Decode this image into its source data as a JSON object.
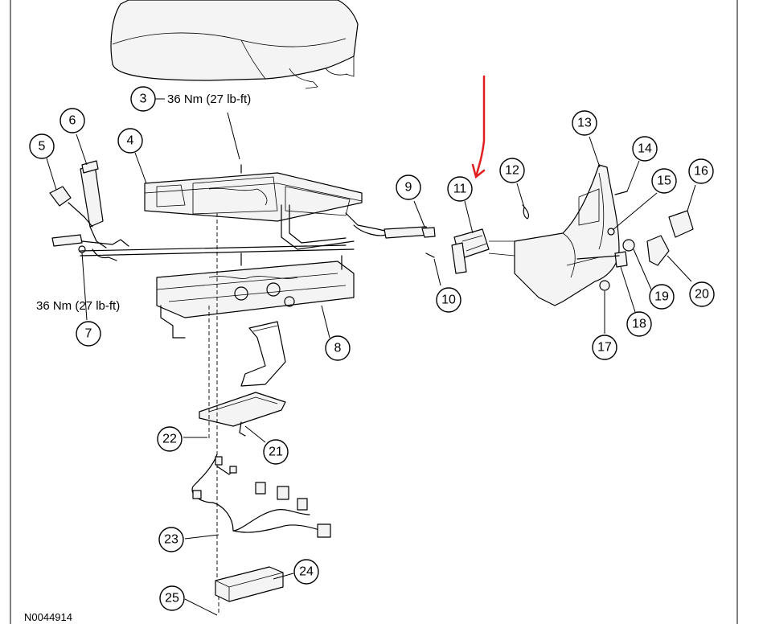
{
  "diagram": {
    "document_id": "N0044914",
    "callouts": [
      {
        "num": "3",
        "torque": "36 Nm (27 lb-ft)"
      },
      {
        "num": "4"
      },
      {
        "num": "5"
      },
      {
        "num": "6"
      },
      {
        "num": "7",
        "torque": "36 Nm (27 lb-ft)"
      },
      {
        "num": "8"
      },
      {
        "num": "9"
      },
      {
        "num": "10"
      },
      {
        "num": "11"
      },
      {
        "num": "12"
      },
      {
        "num": "13"
      },
      {
        "num": "14"
      },
      {
        "num": "15"
      },
      {
        "num": "16"
      },
      {
        "num": "17"
      },
      {
        "num": "18"
      },
      {
        "num": "19"
      },
      {
        "num": "20"
      },
      {
        "num": "21"
      },
      {
        "num": "22"
      },
      {
        "num": "23"
      },
      {
        "num": "24"
      },
      {
        "num": "25"
      }
    ],
    "annotation_color": "#e02020"
  }
}
